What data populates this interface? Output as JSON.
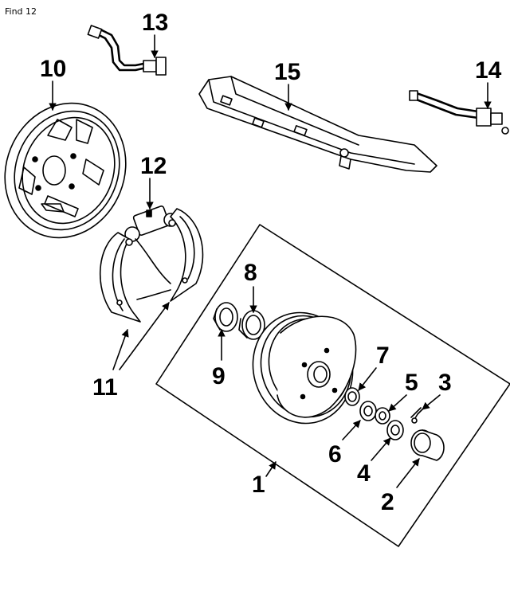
{
  "header": {
    "find_label": "Find 12"
  },
  "callouts": {
    "c1": "1",
    "c2": "2",
    "c3": "3",
    "c4": "4",
    "c5": "5",
    "c6": "6",
    "c7": "7",
    "c8": "8",
    "c9": "9",
    "c10": "10",
    "c11": "11",
    "c12": "12",
    "c13": "13",
    "c14": "14",
    "c15": "15"
  },
  "colors": {
    "ink": "#000000",
    "paper": "#ffffff"
  }
}
